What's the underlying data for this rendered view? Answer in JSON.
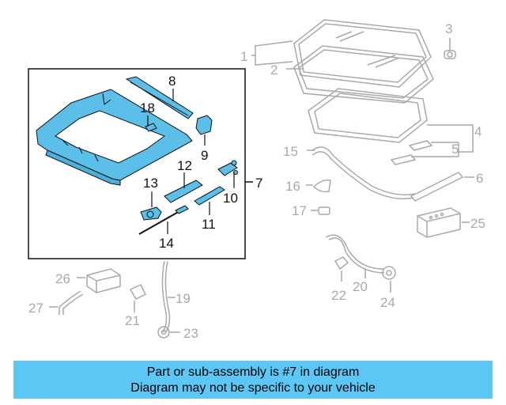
{
  "callouts": {
    "c1": "1",
    "c2": "2",
    "c3": "3",
    "c4": "4",
    "c5": "5",
    "c6": "6",
    "c7": "7",
    "c8": "8",
    "c9": "9",
    "c10": "10",
    "c11": "11",
    "c12": "12",
    "c13": "13",
    "c14": "14",
    "c15": "15",
    "c16": "16",
    "c17": "17",
    "c18": "18",
    "c19": "19",
    "c20": "20",
    "c21": "21",
    "c22": "22",
    "c23": "23",
    "c24": "24",
    "c25": "25",
    "c26": "26",
    "c27": "27"
  },
  "banner": {
    "line1": "Part or sub-assembly is #7 in diagram",
    "line2": "Diagram may not be specific to your vehicle"
  },
  "colors": {
    "highlight": "#5cc6f4",
    "part_fill": "#5bbfe9",
    "gray": "#a9a9a9"
  }
}
